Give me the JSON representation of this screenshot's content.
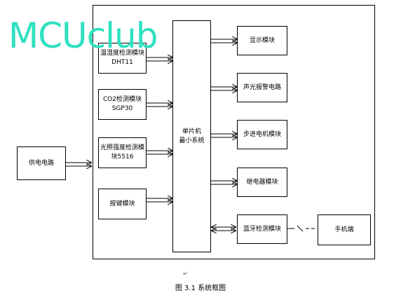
{
  "blocks": {
    "temp_humidity": {
      "line1": "温湿度检测模块",
      "line2": "DHT11"
    },
    "co2": {
      "line1": "CO2检测模块",
      "line2": "SGP30"
    },
    "light": {
      "line1": "光照强度检测模",
      "line2": "块5516"
    },
    "keys": {
      "line1": "按键模块"
    },
    "mcu": {
      "line1": "单片机",
      "line2": "最小系统"
    },
    "display": {
      "line1": "显示模块"
    },
    "alarm": {
      "line1": "声光报警电路"
    },
    "stepper": {
      "line1": "步进电机模块"
    },
    "relay": {
      "line1": "继电器模块"
    },
    "bluetooth": {
      "line1": "蓝牙检测模块"
    },
    "phone": {
      "line1": "手机端"
    },
    "power": {
      "line1": "供电电路"
    }
  },
  "caption": "图 3.1 系统框图",
  "watermark": "MCUclub",
  "colors": {
    "watermark": "#2fe0c0",
    "lines": "#000000"
  }
}
